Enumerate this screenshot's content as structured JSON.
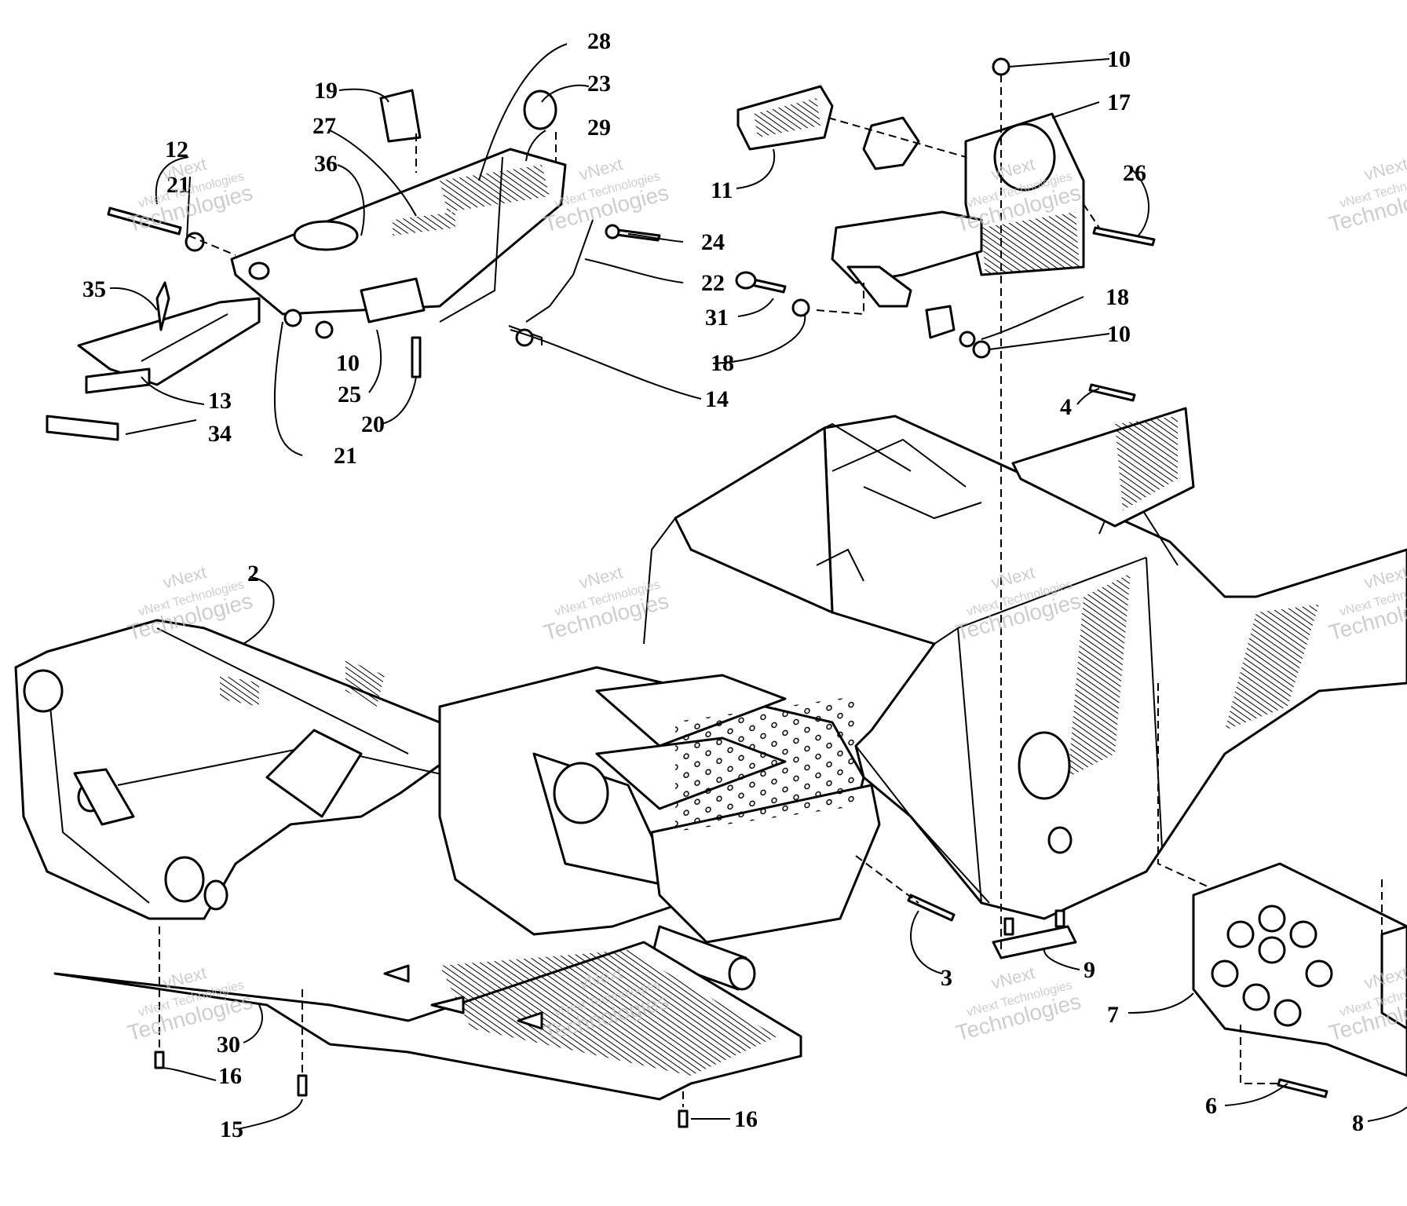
{
  "watermark": {
    "line1": "vNext",
    "line2": "vNext Technologies",
    "line3": "Technologies"
  },
  "callouts": [
    {
      "id": "c2",
      "label": "2"
    },
    {
      "id": "c3",
      "label": "3"
    },
    {
      "id": "c4",
      "label": "4"
    },
    {
      "id": "c6",
      "label": "6"
    },
    {
      "id": "c7",
      "label": "7"
    },
    {
      "id": "c8",
      "label": "8"
    },
    {
      "id": "c9",
      "label": "9"
    },
    {
      "id": "c10a",
      "label": "10"
    },
    {
      "id": "c10b",
      "label": "10"
    },
    {
      "id": "c10c",
      "label": "10"
    },
    {
      "id": "c11",
      "label": "11"
    },
    {
      "id": "c12",
      "label": "12"
    },
    {
      "id": "c13",
      "label": "13"
    },
    {
      "id": "c14",
      "label": "14"
    },
    {
      "id": "c15",
      "label": "15"
    },
    {
      "id": "c16a",
      "label": "16"
    },
    {
      "id": "c16b",
      "label": "16"
    },
    {
      "id": "c17",
      "label": "17"
    },
    {
      "id": "c18a",
      "label": "18"
    },
    {
      "id": "c18b",
      "label": "18"
    },
    {
      "id": "c19",
      "label": "19"
    },
    {
      "id": "c20",
      "label": "20"
    },
    {
      "id": "c21a",
      "label": "21"
    },
    {
      "id": "c21b",
      "label": "21"
    },
    {
      "id": "c22",
      "label": "22"
    },
    {
      "id": "c23",
      "label": "23"
    },
    {
      "id": "c24",
      "label": "24"
    },
    {
      "id": "c25",
      "label": "25"
    },
    {
      "id": "c26",
      "label": "26"
    },
    {
      "id": "c27",
      "label": "27"
    },
    {
      "id": "c28",
      "label": "28"
    },
    {
      "id": "c29",
      "label": "29"
    },
    {
      "id": "c30",
      "label": "30"
    },
    {
      "id": "c31",
      "label": "31"
    },
    {
      "id": "c34",
      "label": "34"
    },
    {
      "id": "c35",
      "label": "35"
    },
    {
      "id": "c36",
      "label": "36"
    }
  ]
}
